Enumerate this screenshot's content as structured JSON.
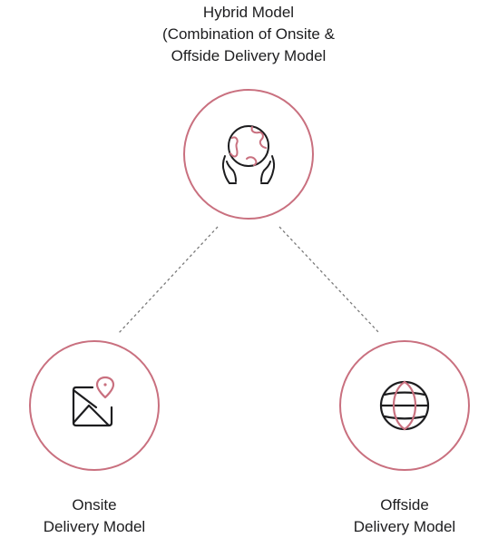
{
  "colors": {
    "ring": "#c9707f",
    "accent": "#c9707f",
    "line": "#7a7a7a",
    "text": "#1d1d1f"
  },
  "nodes": {
    "top": {
      "icon": "globe-in-hands-icon",
      "label_lines": [
        "Hybrid Model",
        "(Combination of Onsite &",
        "Offside Delivery Model"
      ]
    },
    "left": {
      "icon": "map-location-pin-icon",
      "label_lines": [
        "Onsite",
        "Delivery Model"
      ]
    },
    "right": {
      "icon": "globe-grid-icon",
      "label_lines": [
        "Offside",
        "Delivery Model"
      ]
    }
  }
}
